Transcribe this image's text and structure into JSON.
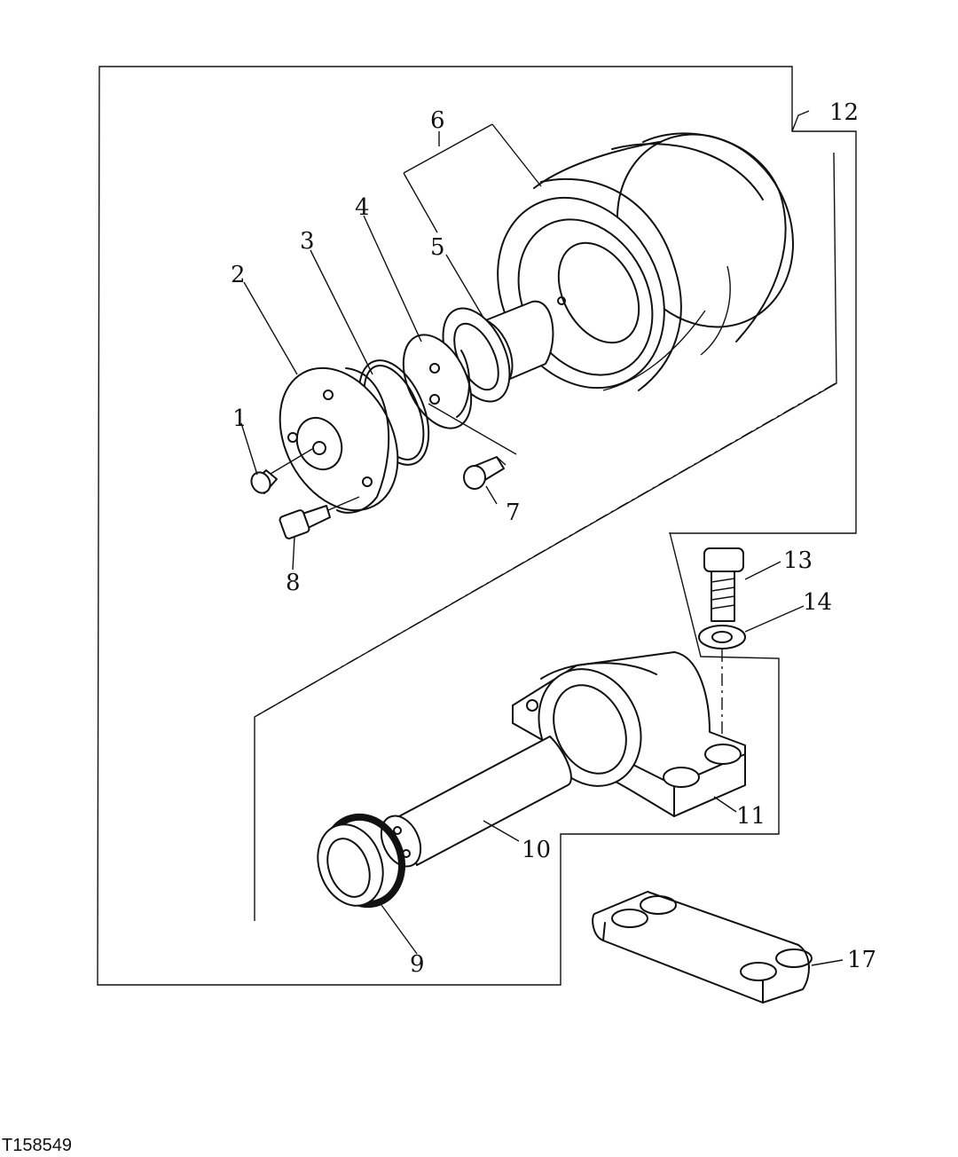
{
  "figure_id": "T158549",
  "callouts": {
    "c1": "1",
    "c2": "2",
    "c3": "3",
    "c4": "4",
    "c5": "5",
    "c6": "6",
    "c7": "7",
    "c8": "8",
    "c9": "9",
    "c10": "10",
    "c11": "11",
    "c12": "12",
    "c13": "13",
    "c14": "14",
    "c17": "17"
  }
}
